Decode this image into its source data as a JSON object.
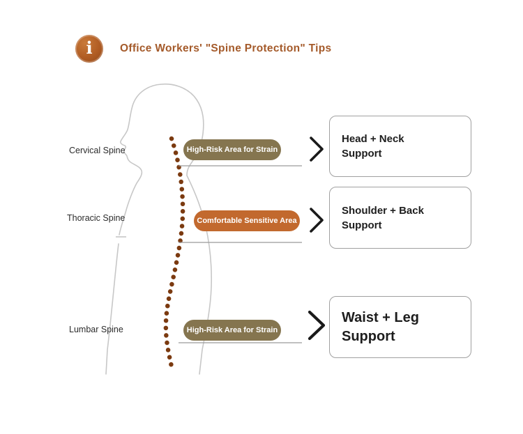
{
  "header": {
    "icon": "info-icon",
    "title": "Office Workers' \"Spine Protection\" Tips"
  },
  "diagram": {
    "spine_labels": [
      {
        "label": "Cervical Spine"
      },
      {
        "label": "Thoracic Spine"
      },
      {
        "label": "Lumbar Spine"
      }
    ],
    "pills": [
      {
        "label": "High-Risk Area for Strain",
        "color": "#85754f"
      },
      {
        "label": "Comfortable Sensitive Area",
        "color": "#c2692e"
      },
      {
        "label": "High-Risk Area for Strain",
        "color": "#85754f"
      }
    ],
    "cards": [
      {
        "line1": "Head + Neck",
        "line2": "Support"
      },
      {
        "line1": "Shoulder + Back",
        "line2": "Support"
      },
      {
        "line1": "Waist + Leg",
        "line2": "Support"
      }
    ]
  },
  "colors": {
    "title_accent": "#a45a2a",
    "spine_dots": "#7b3a10",
    "body_outline": "#c7c7c7",
    "card_border": "#a0a0a0",
    "chevron": "#1a1a1a"
  }
}
